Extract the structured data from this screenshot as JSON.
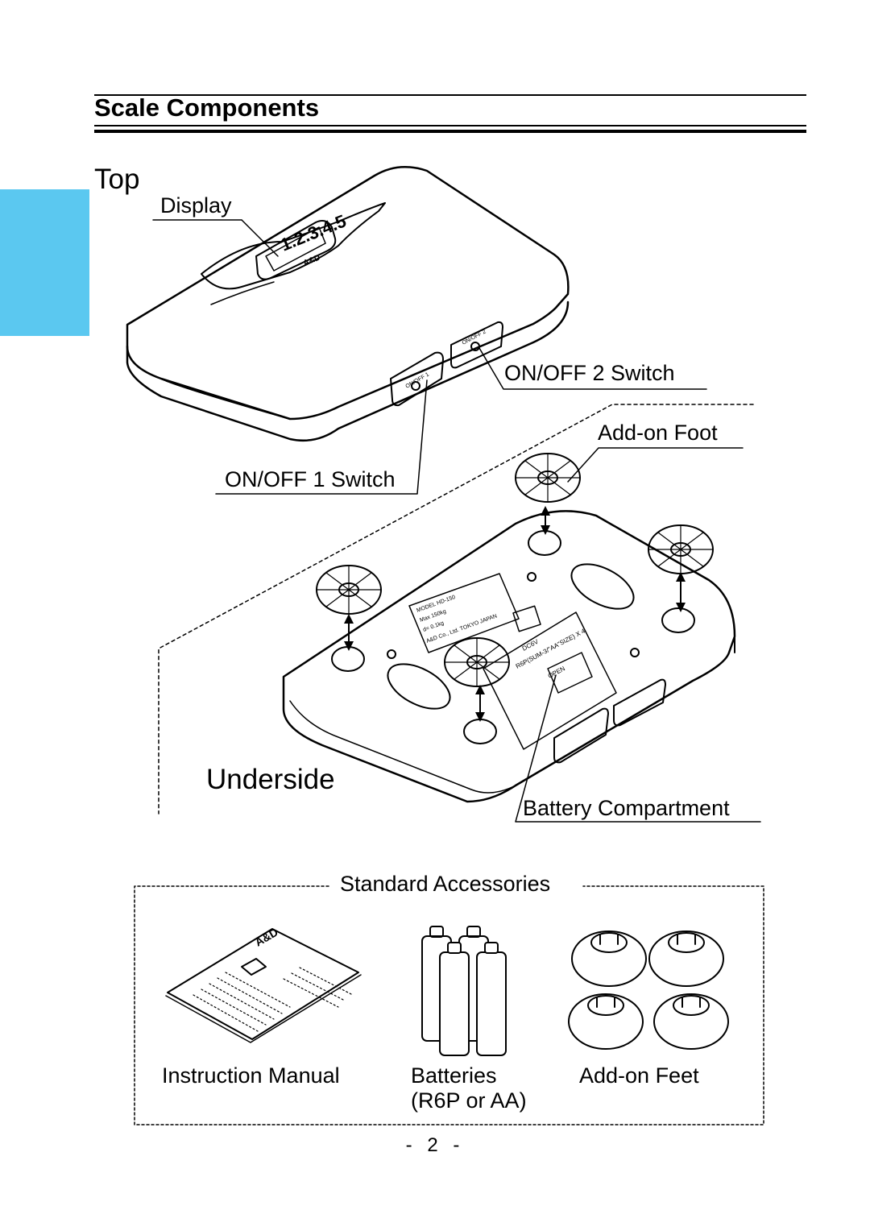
{
  "page": {
    "title": "Scale Components",
    "tab_color": "#5bc8f0",
    "page_number": "- 2 -"
  },
  "top_view": {
    "heading": "Top",
    "labels": {
      "display": "Display",
      "onoff2": "ON/OFF 2 Switch",
      "onoff1": "ON/OFF 1 Switch",
      "display_reading": "1.2.3.4.5"
    },
    "device_text": {
      "onoff1_button": "ON/OFF 1",
      "onoff2_button": "ON/OFF 2",
      "logo": "A&D"
    }
  },
  "underside_view": {
    "heading": "Underside",
    "labels": {
      "add_on_foot": "Add-on Foot",
      "battery_compartment": "Battery Compartment"
    },
    "device_text": {
      "model_plate": [
        "MODEL HD-150",
        "Max 150kg",
        "d= 0.1kg",
        "A&D Co., Ltd. TOKYO JAPAN"
      ],
      "battery_cover": [
        "DC6V",
        "R6P(SUM-3/\"AA\"SIZE) X 4",
        "OPEN"
      ]
    }
  },
  "accessories": {
    "heading": "Standard Accessories",
    "items": [
      {
        "label": "Instruction Manual"
      },
      {
        "label": "Batteries",
        "sub": "(R6P or AA)"
      },
      {
        "label": "Add-on Feet"
      }
    ]
  }
}
